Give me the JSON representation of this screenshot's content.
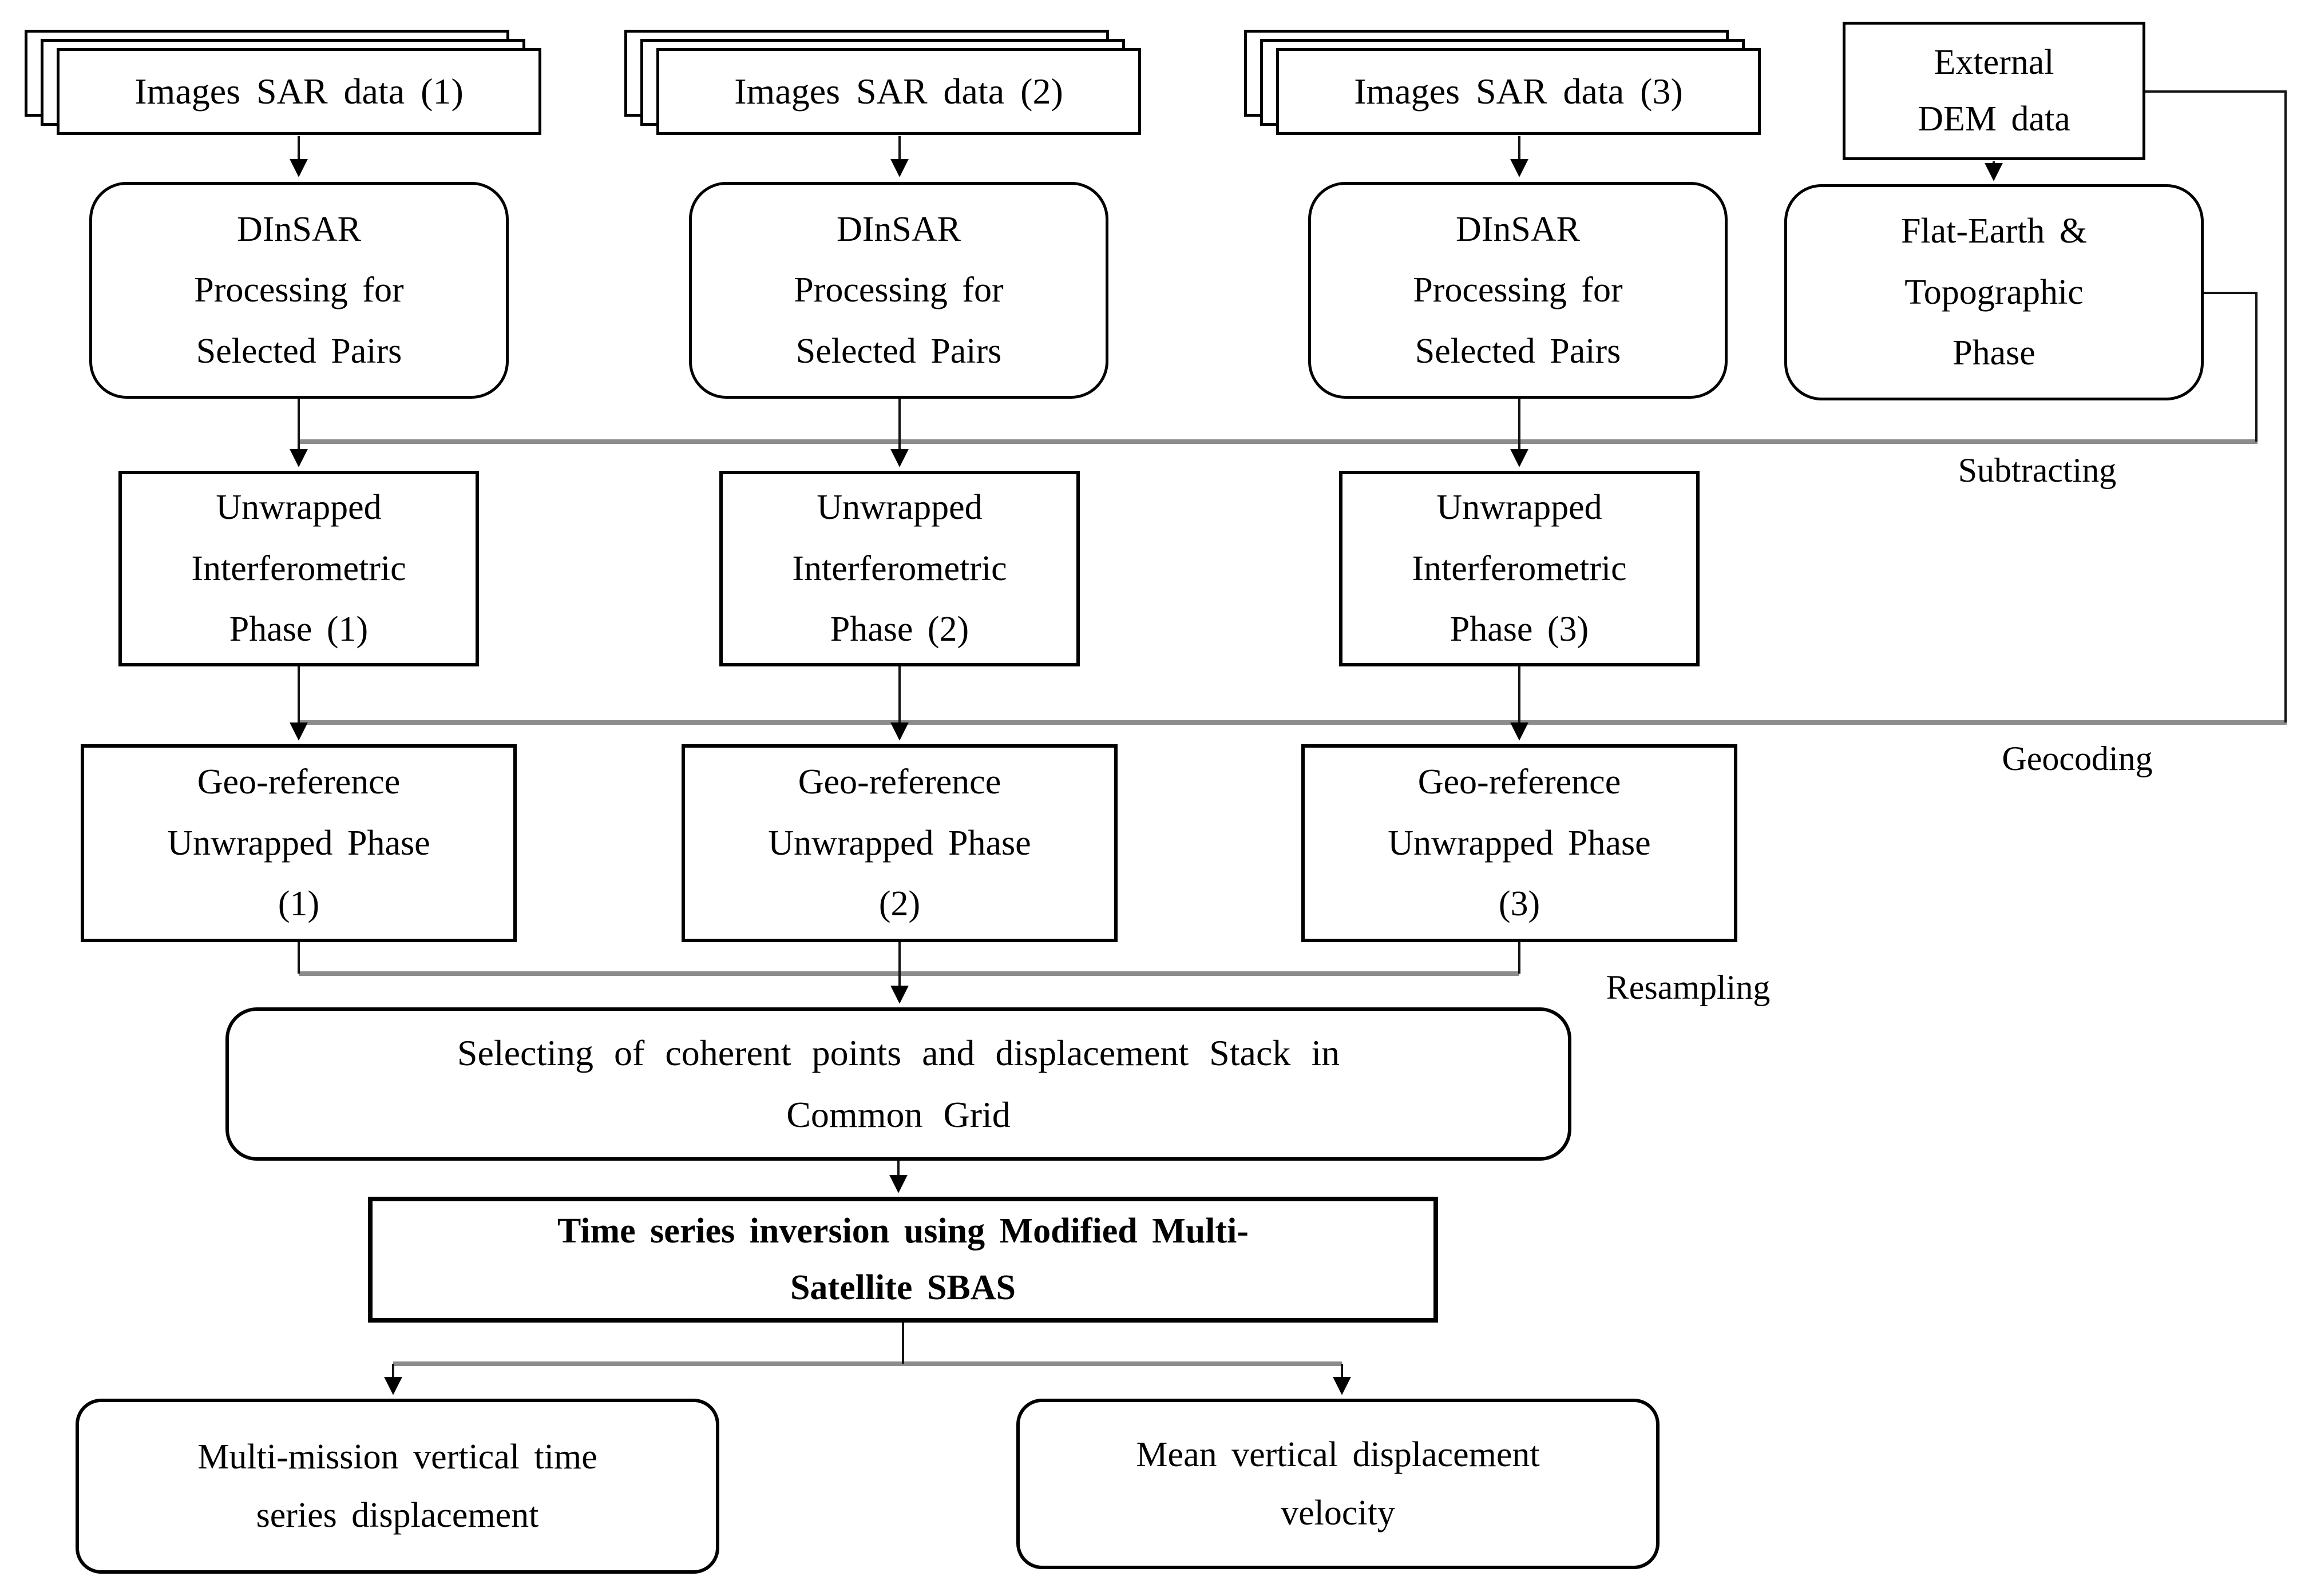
{
  "colors": {
    "background": "#ffffff",
    "box_border": "#000000",
    "connector_gray": "#8c8c8c",
    "connector_black": "#141414",
    "text": "#000000"
  },
  "nodes": {
    "sar_stack_1": {
      "label": "Images SAR data (1)"
    },
    "sar_stack_2": {
      "label": "Images SAR data (2)"
    },
    "sar_stack_3": {
      "label": "Images SAR data (3)"
    },
    "external_dem": {
      "lines": [
        "External",
        "DEM data"
      ]
    },
    "dinsar_1": {
      "lines": [
        "DInSAR",
        "Processing for",
        "Selected Pairs"
      ]
    },
    "dinsar_2": {
      "lines": [
        "DInSAR",
        "Processing for",
        "Selected Pairs"
      ]
    },
    "dinsar_3": {
      "lines": [
        "DInSAR",
        "Processing for",
        "Selected Pairs"
      ]
    },
    "flat_earth": {
      "lines": [
        "Flat-Earth &",
        "Topographic",
        "Phase"
      ]
    },
    "unwrapped_1": {
      "lines": [
        "Unwrapped",
        "Interferometric",
        "Phase (1)"
      ]
    },
    "unwrapped_2": {
      "lines": [
        "Unwrapped",
        "Interferometric",
        "Phase (2)"
      ]
    },
    "unwrapped_3": {
      "lines": [
        "Unwrapped",
        "Interferometric",
        "Phase (3)"
      ]
    },
    "georef_1": {
      "lines": [
        "Geo-reference",
        "Unwrapped Phase",
        "(1)"
      ]
    },
    "georef_2": {
      "lines": [
        "Geo-reference",
        "Unwrapped Phase",
        "(2)"
      ]
    },
    "georef_3": {
      "lines": [
        "Geo-reference",
        "Unwrapped Phase",
        "(3)"
      ]
    },
    "selecting": {
      "lines": [
        "Selecting of coherent points and displacement Stack in",
        "Common Grid"
      ]
    },
    "time_series": {
      "lines": [
        "Time series inversion using Modified Multi-",
        "Satellite SBAS"
      ]
    },
    "output_left": {
      "lines": [
        "Multi-mission vertical time",
        "series displacement"
      ]
    },
    "output_right": {
      "lines": [
        "Mean vertical displacement",
        "velocity"
      ]
    }
  },
  "edge_labels": {
    "subtracting": "Subtracting",
    "geocoding": "Geocoding",
    "resampling": "Resampling"
  }
}
